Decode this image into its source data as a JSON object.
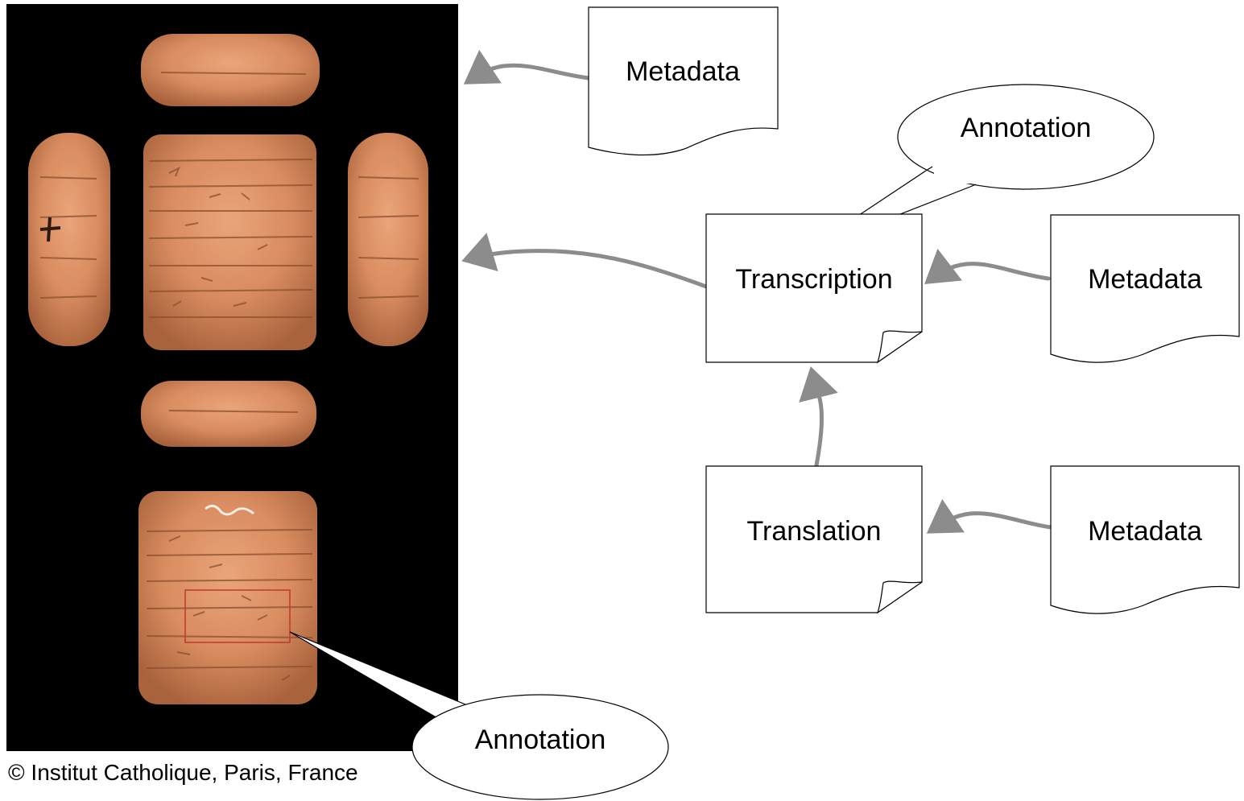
{
  "photo": {
    "credit": "© Institut Catholique, Paris, France"
  },
  "nodes": {
    "metadata_top": "Metadata",
    "annotation_top": "Annotation",
    "transcription": "Transcription",
    "metadata_mid": "Metadata",
    "translation": "Translation",
    "metadata_bottom": "Metadata",
    "annotation_bottom": "Annotation"
  },
  "colors": {
    "arrow": "#8c8c8c",
    "photo_background": "#000000",
    "clay": "#d98c5f",
    "highlight_box": "#c0392b"
  }
}
